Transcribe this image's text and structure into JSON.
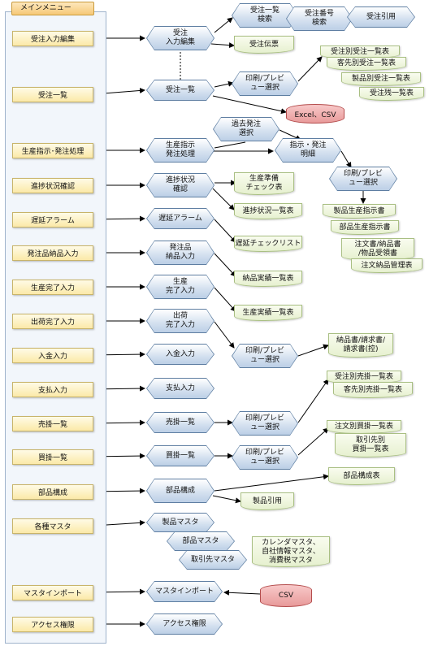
{
  "main_menu": {
    "title": "メインメニュー",
    "items": [
      "受注入力編集",
      "受注一覧",
      "生産指示･発注処理",
      "進捗状況確認",
      "遅延アラーム",
      "発注品納品入力",
      "生産完了入力",
      "出荷完了入力",
      "入金入力",
      "支払入力",
      "売掛一覧",
      "買掛一覧",
      "部品構成",
      "各種マスタ",
      "マスタインポート",
      "アクセス権限"
    ]
  },
  "processes": {
    "order_edit": "受注\n入力編集",
    "order_list": "受注一覧",
    "production": "生産指示\n発注処理",
    "progress": "進捗状況\n確認",
    "delay": "遅延アラーム",
    "po_receipt": "発注品\n納品入力",
    "prod_done": "生産\n完了入力",
    "ship_done": "出荷\n完了入力",
    "deposit": "入金入力",
    "payment": "支払入力",
    "ar_list": "売掛一覧",
    "ap_list": "買掛一覧",
    "bom": "部品構成",
    "product_master": "製品マスタ",
    "parts_master": "部品マスタ",
    "supplier_master": "取引先マスタ",
    "master_import": "マスタインポート",
    "access": "アクセス権限",
    "order_search": "受注一覧\n検索",
    "order_no_search": "受注番号\n検索",
    "order_quote": "受注引用",
    "print_order": "印刷/プレビ\nュー選択",
    "past_order": "過去発注\n選択",
    "instruction_detail": "指示・発注\n明細",
    "print_production": "印刷/プレビ\nュー選択",
    "print_ship": "印刷/プレビ\nュー選択",
    "print_ar": "印刷/プレビ\nュー選択",
    "print_ap": "印刷/プレビ\nュー選択"
  },
  "documents": {
    "order_slip": "受注伝票",
    "cust_order_list_1": "受注別受注一覧表",
    "cust_order_list_2": "客先別受注一覧表",
    "prod_order_list": "製品別受注一覧表",
    "backlog_list": "受注残一覧表",
    "prep_check": "生産準備\nチェック表",
    "progress_list": "進捗状況一覧表",
    "delay_check": "遅延チェックリスト",
    "delivery_results": "納品実績一覧表",
    "prod_results": "生産実績一覧表",
    "prod_instruction": "製品生産指示書",
    "parts_instruction": "部品生産指示書",
    "po_doc": "注文書/納品書\n/物品受領書",
    "po_mgmt": "注文納品管理表",
    "invoice": "納品書/請求書/\n請求書(控)",
    "ar_order_list": "受注別売掛一覧表",
    "ar_cust_list": "客先別売掛一覧表",
    "ap_order_list": "注文別買掛一覧表",
    "ap_supplier_list": "取引先別\n買掛一覧表",
    "bom_list": "部品構成表",
    "parts_quote": "製品引用",
    "other_masters": "カレンダマスタ、\n自社情報マスタ、\n消費税マスタ"
  },
  "stores": {
    "excel_csv": "Excel、CSV",
    "csv": "CSV"
  },
  "colors": {
    "menu_fill": "#fbe9a8",
    "process_fill": "#d3e0ef",
    "document_fill": "#e6f0cf",
    "store_fill": "#e89a9a"
  }
}
